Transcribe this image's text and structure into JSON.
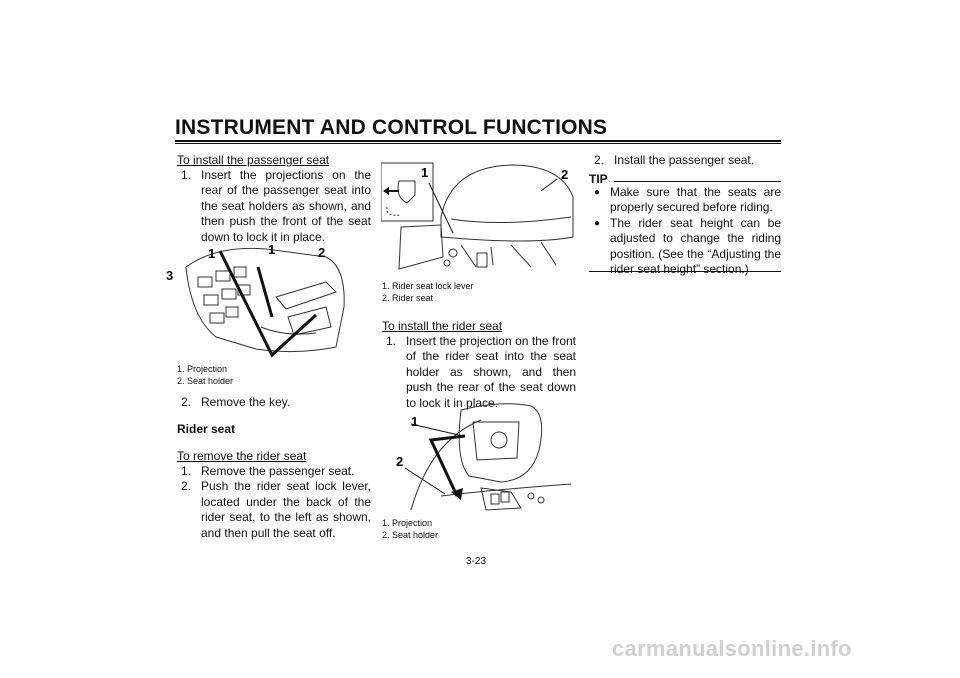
{
  "header": {
    "title": "INSTRUMENT AND CONTROL FUNCTIONS"
  },
  "chapter_tab": "3",
  "col1": {
    "install_passenger_heading": "To install the passenger seat",
    "install_passenger_steps": [
      {
        "num": "1.",
        "text": "Insert the projections on the rear of the passenger seat into the seat holders as shown, and then push the front of the seat down to lock it in place."
      },
      {
        "num": "2.",
        "text": "Remove the key."
      }
    ],
    "fig1": {
      "callouts": [
        "1",
        "1",
        "2"
      ],
      "captions": [
        "1. Projection",
        "2. Seat holder"
      ]
    },
    "rider_seat_heading": "Rider seat",
    "remove_rider_heading": "To remove the rider seat",
    "remove_rider_steps": [
      {
        "num": "1.",
        "text": "Remove the passenger seat."
      },
      {
        "num": "2.",
        "text": "Push the rider seat lock lever, located under the back of the rider seat, to the left as shown, and then pull the seat off."
      }
    ]
  },
  "col2": {
    "fig2": {
      "callouts": [
        "1",
        "2"
      ],
      "captions": [
        "1. Rider seat lock lever",
        "2. Rider seat"
      ]
    },
    "install_rider_heading": "To install the rider seat",
    "install_rider_steps": [
      {
        "num": "1.",
        "text": "Insert the projection on the front of the rider seat into the seat holder as shown, and then push the rear of the seat down to lock it in place."
      }
    ],
    "fig3": {
      "callouts": [
        "1",
        "2"
      ],
      "captions": [
        "1. Projection",
        "2. Seat holder"
      ]
    }
  },
  "col3": {
    "step": {
      "num": "2.",
      "text": "Install the passenger seat."
    },
    "tip_label": "TIP",
    "bullets": [
      "Make sure that the seats are properly secured before riding.",
      "The rider seat height can be adjusted to change the riding position. (See the “Adjusting the rider seat height” section.)"
    ]
  },
  "page_number": "3-23",
  "watermark": "carmanualsonline.info"
}
